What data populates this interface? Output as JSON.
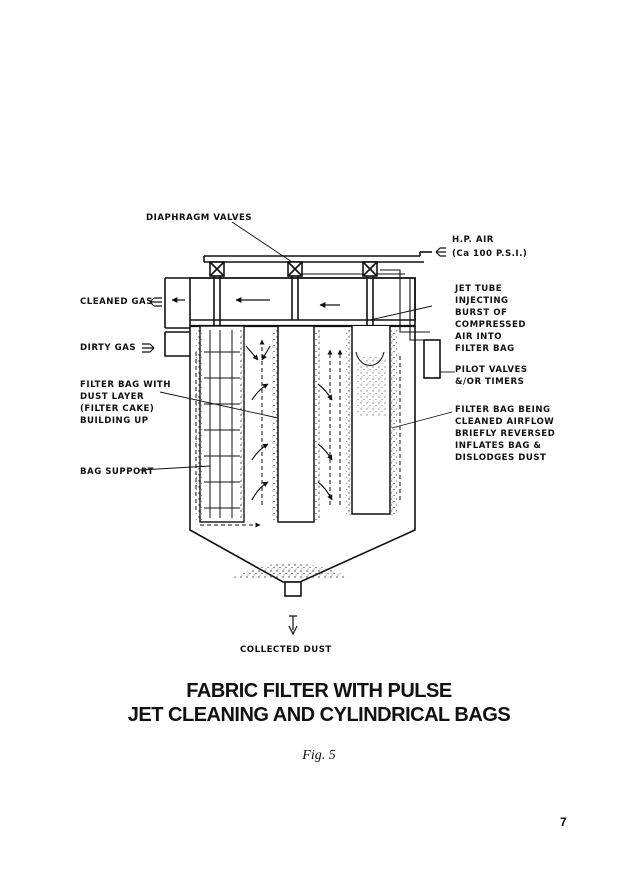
{
  "labels": {
    "diaphragm_valves": "DIAPHRAGM VALVES",
    "hp_air": "H.P. AIR",
    "hp_air_pressure": "(Ca 100 P.S.I.)",
    "cleaned_gas": "CLEANED GAS",
    "dirty_gas": "DIRTY GAS",
    "filter_bag_line1": "FILTER BAG WITH",
    "filter_bag_line2": "DUST LAYER",
    "filter_bag_line3": "(FILTER CAKE)",
    "filter_bag_line4": "BUILDING UP",
    "bag_support": "BAG SUPPORT",
    "jet_tube_line1": "JET TUBE",
    "jet_tube_line2": "INJECTING",
    "jet_tube_line3": "BURST OF",
    "jet_tube_line4": "COMPRESSED",
    "jet_tube_line5": "AIR INTO",
    "jet_tube_line6": "FILTER BAG",
    "pilot_valves_line1": "PILOT VALVES",
    "pilot_valves_line2": "&/OR TIMERS",
    "being_cleaned_line1": "FILTER BAG BEING",
    "being_cleaned_line2": "CLEANED AIRFLOW",
    "being_cleaned_line3": "BRIEFLY REVERSED",
    "being_cleaned_line4": "INFLATES BAG &",
    "being_cleaned_line5": "DISLODGES DUST",
    "collected_dust": "COLLECTED DUST"
  },
  "caption": {
    "line1": "FABRIC FILTER WITH PULSE",
    "line2": "JET CLEANING AND CYLINDRICAL BAGS",
    "fig": "Fig.  5"
  },
  "page_number": "7"
}
